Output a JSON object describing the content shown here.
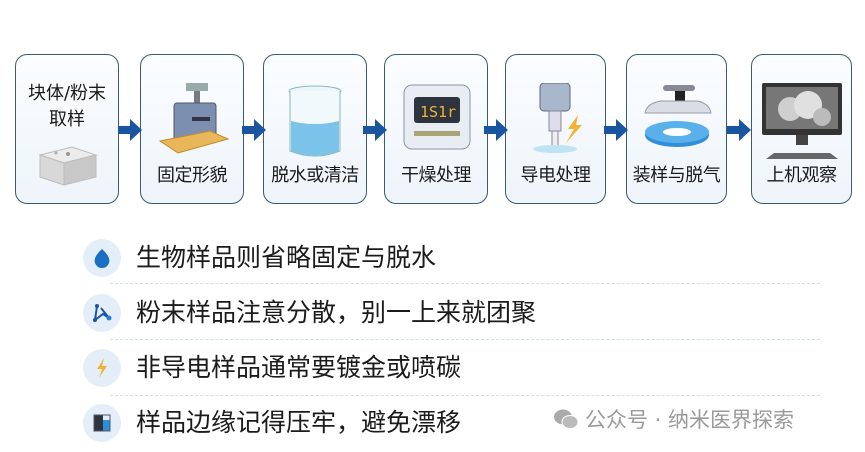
{
  "steps": [
    {
      "label": "块体/粉末",
      "label2": "取样",
      "icon": "sample-block-icon"
    },
    {
      "label": "固定形貌",
      "icon": "fixing-machine-icon"
    },
    {
      "label": "脱水或清洁",
      "icon": "beaker-icon"
    },
    {
      "label": "干燥处理",
      "icon": "drying-oven-icon"
    },
    {
      "label": "导电处理",
      "icon": "sputter-coater-icon"
    },
    {
      "label": "装样与脱气",
      "icon": "sample-stage-icon"
    },
    {
      "label": "上机观察",
      "icon": "monitor-icon"
    }
  ],
  "tips": [
    {
      "text": "生物样品则省略固定与脱水",
      "icon": "cloud-icon"
    },
    {
      "text": "粉末样品注意分散，别一上来就团聚",
      "icon": "network-icon"
    },
    {
      "text": "非导电样品通常要镀金或喷碳",
      "icon": "lightning-icon"
    },
    {
      "text": "样品边缘记得压牢，避免漂移",
      "icon": "clamp-icon"
    }
  ],
  "watermark": "公众号 · 纳米医界探索",
  "colors": {
    "arrow": "#1a56a0",
    "border": "#3b5a73",
    "accent": "#2a7fd0"
  }
}
